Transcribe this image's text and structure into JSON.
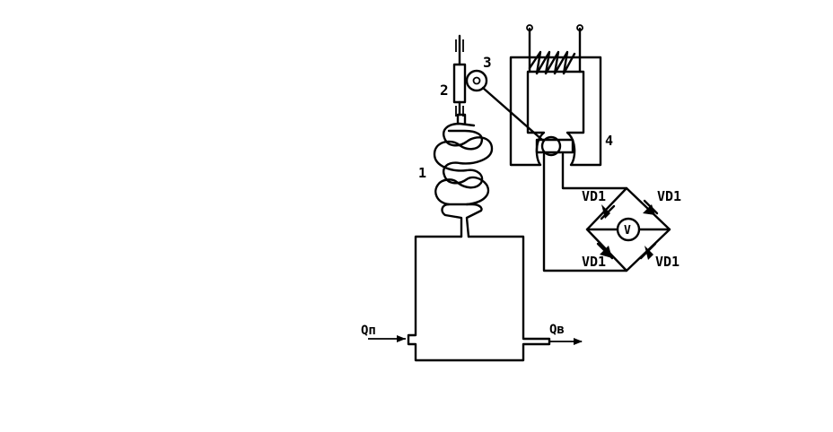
{
  "labels": {
    "bellows": "1",
    "rheostat": "2",
    "pulley": "3",
    "ferrodynamic_converter": "4",
    "diode_top_left": "VD1",
    "diode_top_right": "VD1",
    "diode_bottom_left": "VD1",
    "diode_bottom_right": "VD1",
    "voltmeter": "V",
    "inflow": "Qп",
    "outflow": "Qв"
  }
}
